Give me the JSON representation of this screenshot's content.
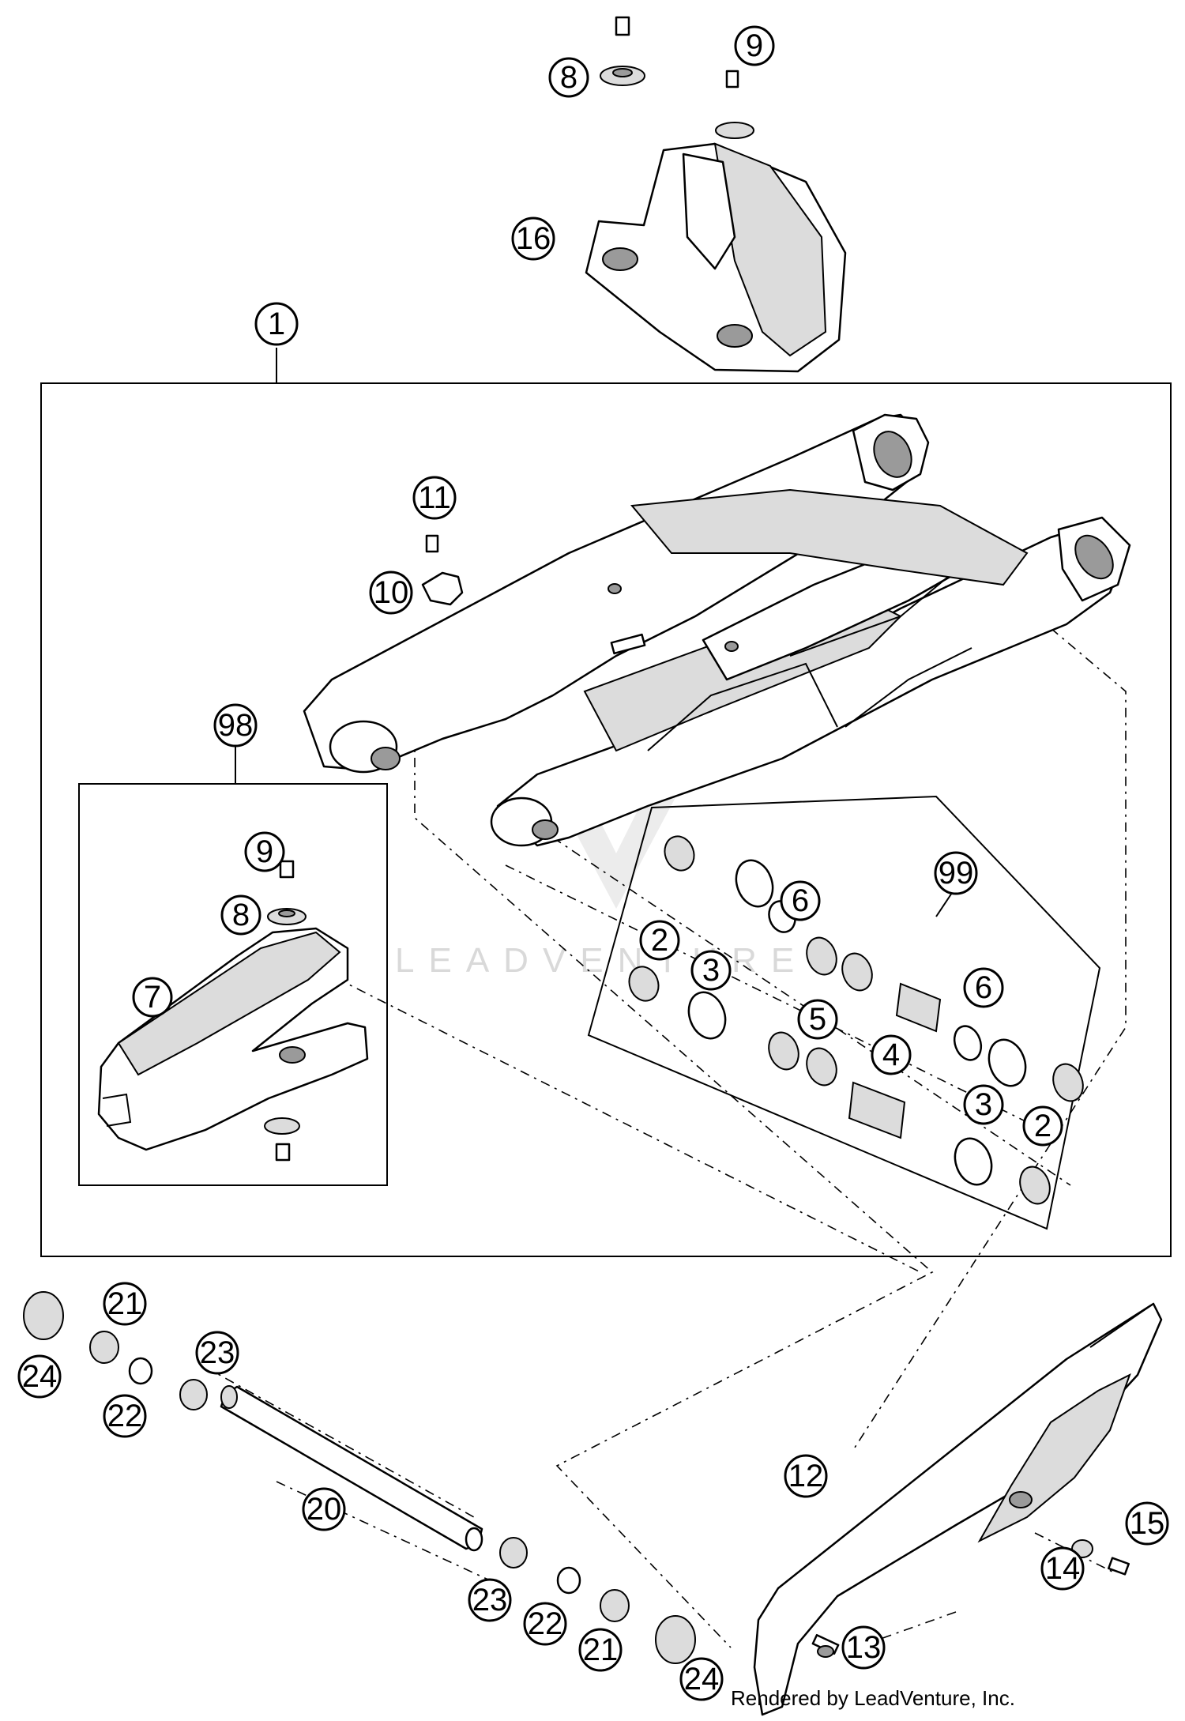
{
  "callouts": [
    {
      "id": "1",
      "label": "1"
    },
    {
      "id": "2a",
      "label": "2"
    },
    {
      "id": "2b",
      "label": "2"
    },
    {
      "id": "3a",
      "label": "3"
    },
    {
      "id": "3b",
      "label": "3"
    },
    {
      "id": "4",
      "label": "4"
    },
    {
      "id": "5",
      "label": "5"
    },
    {
      "id": "6a",
      "label": "6"
    },
    {
      "id": "6b",
      "label": "6"
    },
    {
      "id": "7",
      "label": "7"
    },
    {
      "id": "8a",
      "label": "8"
    },
    {
      "id": "8b",
      "label": "8"
    },
    {
      "id": "9a",
      "label": "9"
    },
    {
      "id": "9b",
      "label": "9"
    },
    {
      "id": "10",
      "label": "10"
    },
    {
      "id": "11",
      "label": "11"
    },
    {
      "id": "12",
      "label": "12"
    },
    {
      "id": "13",
      "label": "13"
    },
    {
      "id": "14",
      "label": "14"
    },
    {
      "id": "15",
      "label": "15"
    },
    {
      "id": "16",
      "label": "16"
    },
    {
      "id": "20",
      "label": "20"
    },
    {
      "id": "21a",
      "label": "21"
    },
    {
      "id": "21b",
      "label": "21"
    },
    {
      "id": "22a",
      "label": "22"
    },
    {
      "id": "22b",
      "label": "22"
    },
    {
      "id": "23a",
      "label": "23"
    },
    {
      "id": "23b",
      "label": "23"
    },
    {
      "id": "24a",
      "label": "24"
    },
    {
      "id": "24b",
      "label": "24"
    },
    {
      "id": "98",
      "label": "98"
    },
    {
      "id": "99",
      "label": "99"
    }
  ],
  "watermark": "LEADVENTURE",
  "credit": "Rendered by LeadVenture, Inc."
}
